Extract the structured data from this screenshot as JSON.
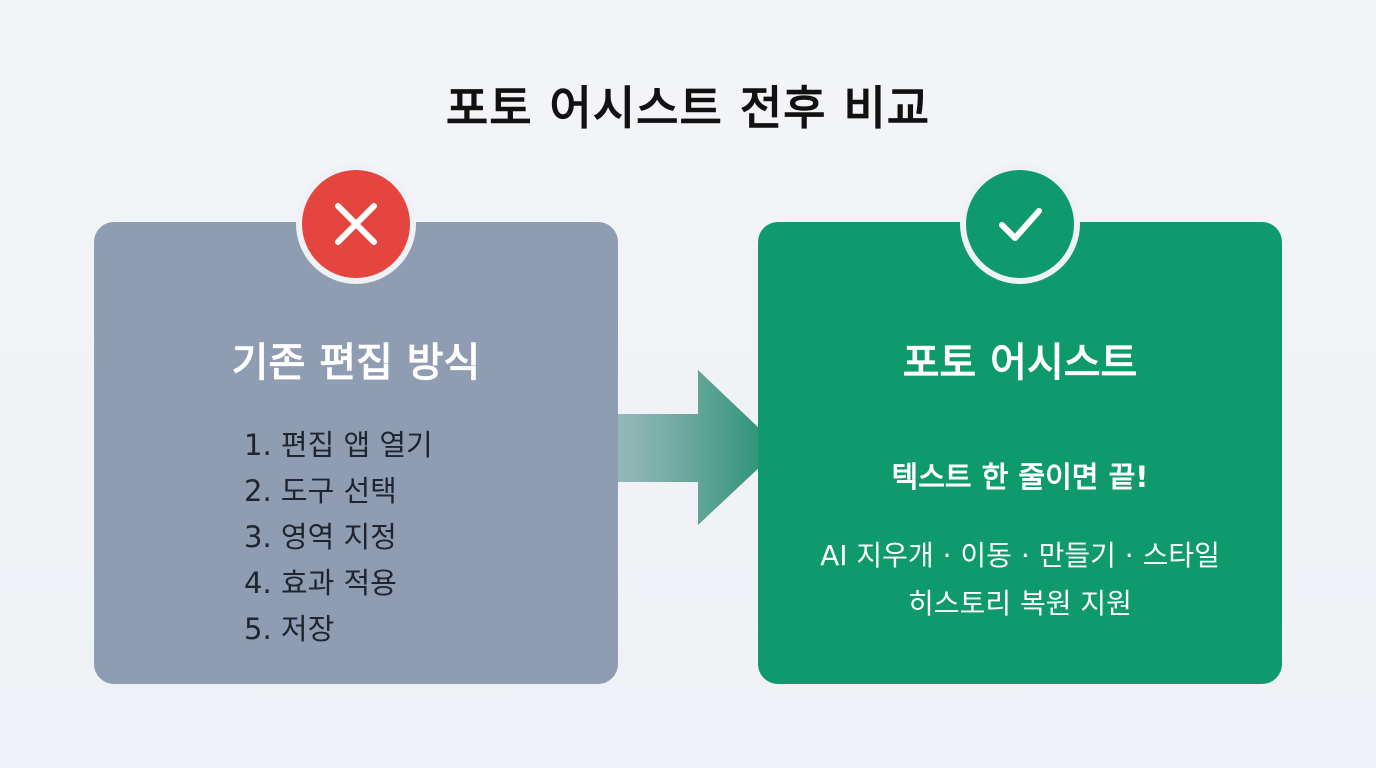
{
  "title": "포토 어시스트 전후 비교",
  "before": {
    "badge_icon": "x-icon",
    "heading": "기존 편집 방식",
    "steps": [
      "1. 편집 앱 열기",
      "2. 도구 선택",
      "3. 영역 지정",
      "4. 효과 적용",
      "5. 저장"
    ]
  },
  "after": {
    "badge_icon": "check-icon",
    "heading": "포토 어시스트",
    "tagline": "텍스트 한 줄이면 끝!",
    "features": [
      "AI 지우개 · 이동 · 만들기 · 스타일",
      "히스토리 복원 지원"
    ]
  },
  "colors": {
    "before_card": "#8f9db2",
    "after_card": "#0e9a6c",
    "x_badge": "#e4463f",
    "check_badge": "#0e9a6c"
  }
}
